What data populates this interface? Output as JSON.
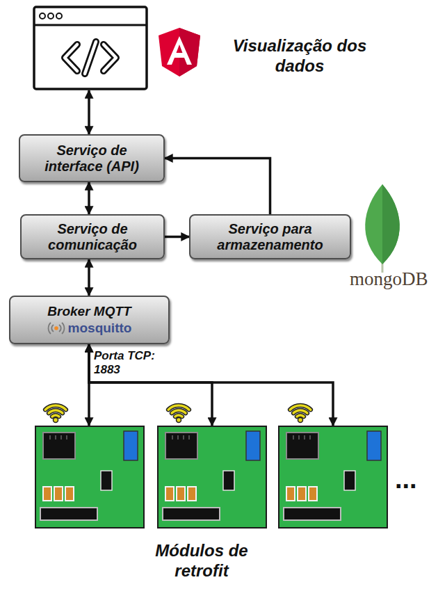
{
  "diagram": {
    "nodes": [
      {
        "text": [
          "Visualização dos dados"
        ]
      },
      {
        "text": [
          "Serviço de interface (API)"
        ]
      },
      {
        "text": [
          "Serviço de comunicação"
        ]
      },
      {
        "text": [
          "Serviço para armazenamento"
        ]
      },
      {
        "text": [
          "Broker MQTT",
          "mosquitto"
        ]
      },
      {
        "text": []
      },
      {
        "text": []
      },
      {
        "text": []
      }
    ],
    "edges": [
      {
        "from": 0,
        "to": 1,
        "arrow": "both"
      },
      {
        "from": 1,
        "to": 2,
        "arrow": "both"
      },
      {
        "from": 2,
        "to": 3,
        "arrow": "to"
      },
      {
        "from": 3,
        "to": 1,
        "arrow": "to"
      },
      {
        "from": 4,
        "to": 2,
        "arrow": "both"
      },
      {
        "from": 4,
        "to": 5,
        "arrow": "both",
        "label": "Porta TCP: 1883"
      },
      {
        "from": 4,
        "to": 6,
        "arrow": "both"
      },
      {
        "from": 4,
        "to": 7,
        "arrow": "both"
      }
    ],
    "labels": [
      "mongoDB",
      "...",
      "Módulos de retrofit"
    ]
  }
}
